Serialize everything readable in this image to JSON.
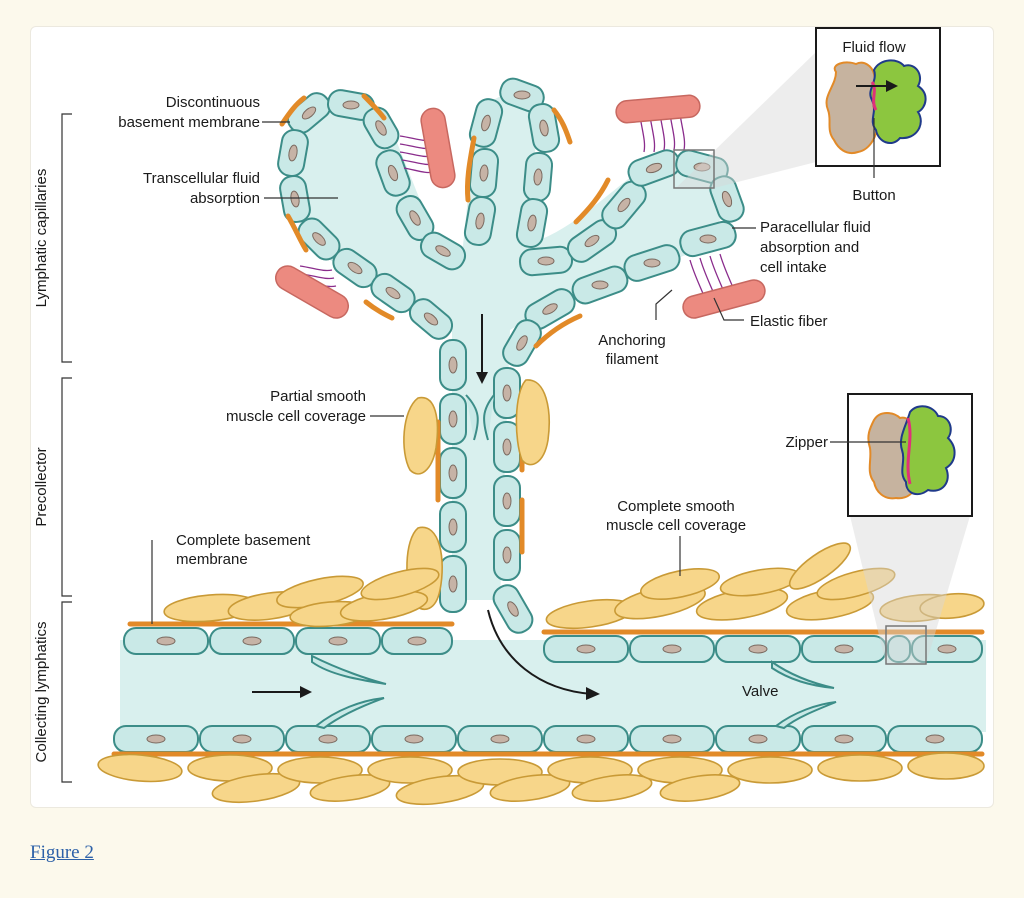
{
  "sections": {
    "capillaries": "Lymphatic capillaries",
    "precollector": "Precollector",
    "collecting": "Collecting lymphatics"
  },
  "labels": {
    "discontinuous_bm_line1": "Discontinuous",
    "discontinuous_bm_line2": "basement membrane",
    "transcellular_line1": "Transcellular fluid",
    "transcellular_line2": "absorption",
    "paracellular_line1": "Paracellular fluid",
    "paracellular_line2": "absorption and",
    "paracellular_line3": "cell intake",
    "elastic_fiber": "Elastic fiber",
    "anchoring_line1": "Anchoring",
    "anchoring_line2": "filament",
    "partial_smc_line1": "Partial smooth",
    "partial_smc_line2": "muscle cell coverage",
    "complete_bm_line1": "Complete basement",
    "complete_bm_line2": "membrane",
    "complete_smc_line1": "Complete smooth",
    "complete_smc_line2": "muscle cell coverage",
    "valve": "Valve",
    "zipper": "Zipper",
    "fluid_flow": "Fluid flow",
    "button": "Button"
  },
  "caption_link": "Figure 2",
  "colors": {
    "endothelial_cell": "#c9e9e7",
    "lumen": "#d9f0ee",
    "basement_membrane": "#e28a28",
    "smooth_muscle": "#f7d68a",
    "elastic_fiber": "#ec8a80",
    "anchoring_filament": "#8a2c8c",
    "junction_green": "#8cc63f",
    "junction_pink": "#e0307a",
    "link": "#2d61a8"
  }
}
